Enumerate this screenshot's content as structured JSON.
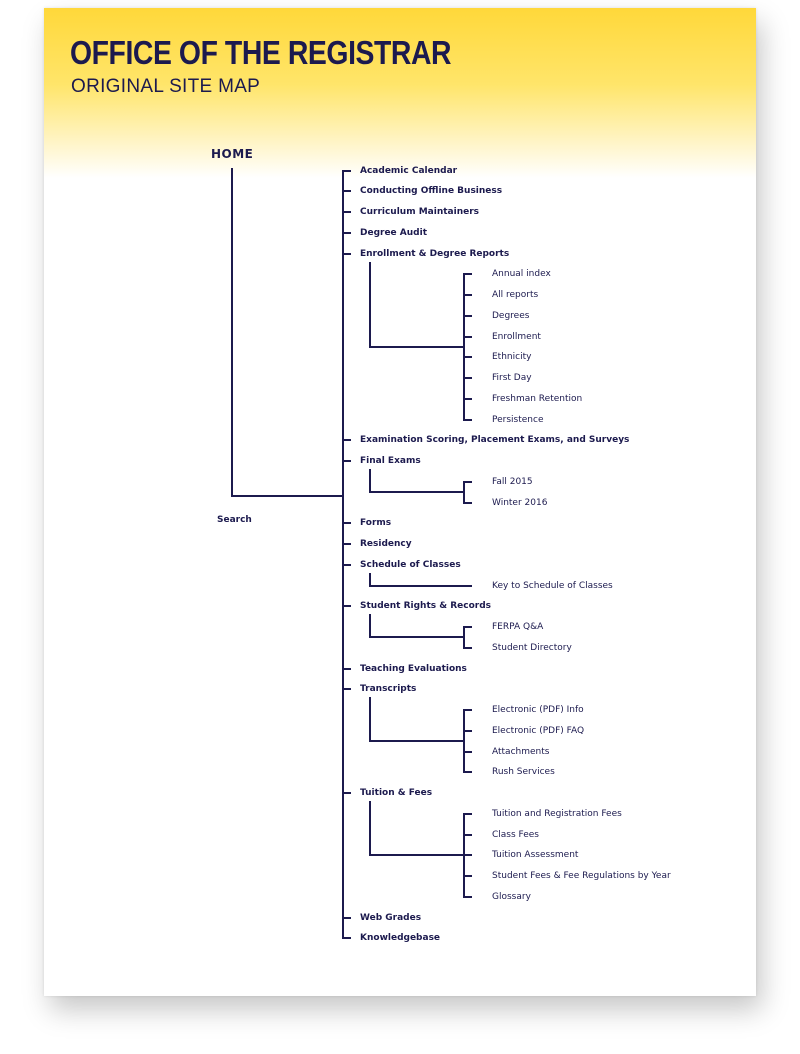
{
  "header": {
    "title": "OFFICE OF THE REGISTRAR",
    "subtitle": "ORIGINAL SITE MAP"
  },
  "colors": {
    "ink": "#1c1a4e",
    "header_yellow": "#ffd83a"
  },
  "sitemap": {
    "root": "HOME",
    "side": "Search",
    "sections": [
      {
        "label": "Academic Calendar",
        "children": []
      },
      {
        "label": "Conducting Offline Business",
        "children": []
      },
      {
        "label": "Curriculum Maintainers",
        "children": []
      },
      {
        "label": "Degree Audit",
        "children": []
      },
      {
        "label": "Enrollment & Degree Reports",
        "children": [
          "Annual index",
          "All reports",
          "Degrees",
          "Enrollment",
          "Ethnicity",
          "First Day",
          "Freshman Retention",
          "Persistence"
        ]
      },
      {
        "label": "Examination Scoring, Placement Exams, and Surveys",
        "children": []
      },
      {
        "label": "Final Exams",
        "children": [
          "Fall 2015",
          "Winter 2016"
        ]
      },
      {
        "label": "Forms",
        "children": []
      },
      {
        "label": "Residency",
        "children": []
      },
      {
        "label": "Schedule of Classes",
        "children": [
          "Key to Schedule of Classes"
        ]
      },
      {
        "label": "Student Rights & Records",
        "children": [
          "FERPA Q&A",
          "Student Directory"
        ]
      },
      {
        "label": "Teaching Evaluations",
        "children": []
      },
      {
        "label": "Transcripts",
        "children": [
          "Electronic (PDF) Info",
          "Electronic (PDF) FAQ",
          "Attachments",
          "Rush Services"
        ]
      },
      {
        "label": "Tuition & Fees",
        "children": [
          "Tuition and Registration Fees",
          "Class Fees",
          "Tuition Assessment",
          "Student Fees & Fee Regulations by Year",
          "Glossary"
        ]
      },
      {
        "label": "Web Grades",
        "children": []
      },
      {
        "label": "Knowledgebase",
        "children": []
      }
    ]
  }
}
